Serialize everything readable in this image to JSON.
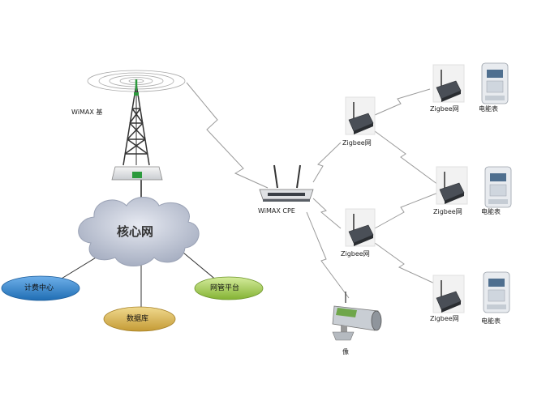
{
  "colors": {
    "cloud": "#bfc6d6",
    "billing_center": "#2f80c8",
    "database": "#d7b352",
    "nms_platform": "#9cc54a",
    "link": "#9a9a9a",
    "device_dark": "#4a4f57"
  },
  "labels": {
    "wimax_tower": "WiMAX 基",
    "core_network": "核心网",
    "billing_center": "计费中心",
    "database": "数据库",
    "nms_platform": "网管平台",
    "wimax_cpe": "WiMAX CPE",
    "zigbee_gateway_1": "Zigbee网",
    "zigbee_gateway_2": "Zigbee网",
    "zigbee_node_1": "Zigbee网",
    "zigbee_node_2": "Zigbee网",
    "zigbee_node_3": "Zigbee网",
    "meter_1": "电能表",
    "meter_2": "电能表",
    "meter_3": "电能表",
    "camera": "像"
  },
  "icons": {
    "tower": "radio-tower-icon",
    "cloud": "cloud-icon",
    "router": "wireless-router-icon",
    "zigbee": "zigbee-module-icon",
    "meter": "electric-meter-icon",
    "camera": "surveillance-camera-icon"
  }
}
